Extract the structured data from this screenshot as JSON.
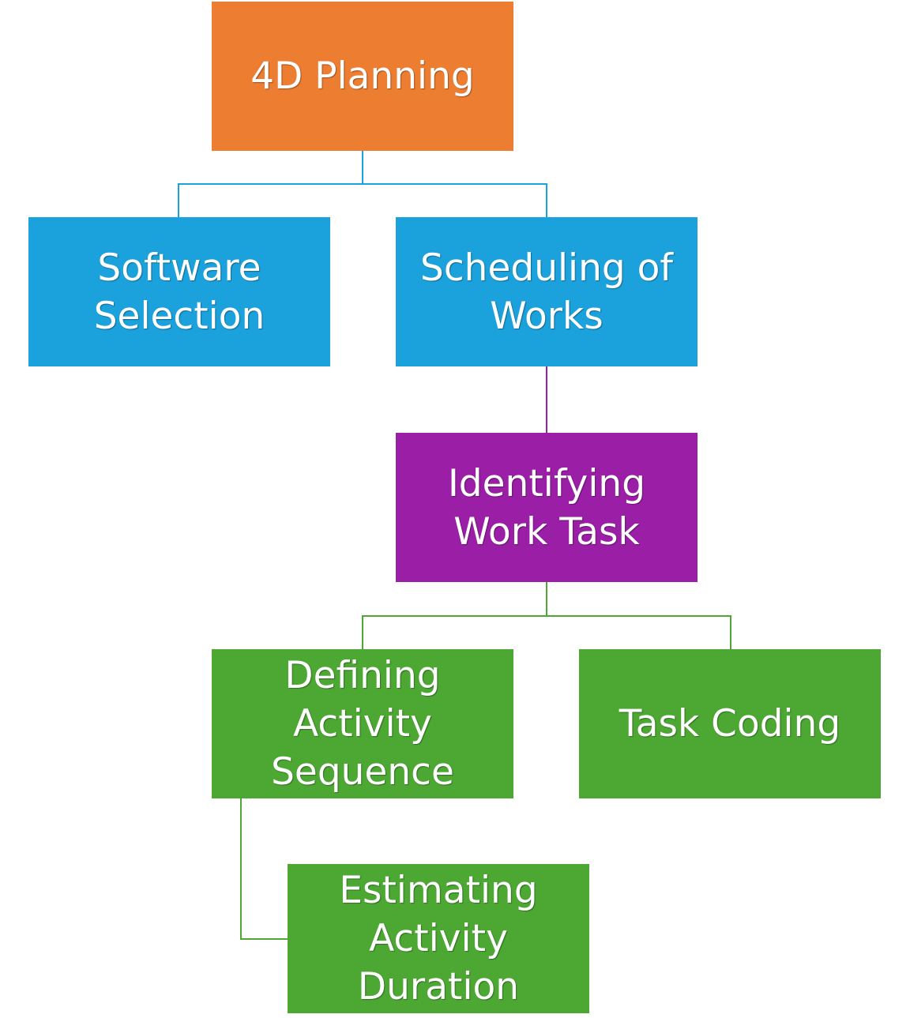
{
  "diagram": {
    "nodes": {
      "root": {
        "lines": [
          "4D Planning"
        ],
        "color": "#ed7d31"
      },
      "software": {
        "lines": [
          "Software",
          "Selection"
        ],
        "color": "#1ba1db"
      },
      "scheduling": {
        "lines": [
          "Scheduling of",
          "Works"
        ],
        "color": "#1ba1db"
      },
      "identifying": {
        "lines": [
          "Identifying",
          "Work Task"
        ],
        "color": "#9a1fa6"
      },
      "defining": {
        "lines": [
          "Defining",
          "Activity",
          "Sequence"
        ],
        "color": "#4ca733"
      },
      "taskcoding": {
        "lines": [
          "Task Coding"
        ],
        "color": "#4ca733"
      },
      "estimating": {
        "lines": [
          "Estimating",
          "Activity",
          "Duration"
        ],
        "color": "#4ca733"
      }
    },
    "connector_colors": {
      "blue": "#1ba1db",
      "purple": "#9a1fa6",
      "green": "#4ca733"
    }
  }
}
